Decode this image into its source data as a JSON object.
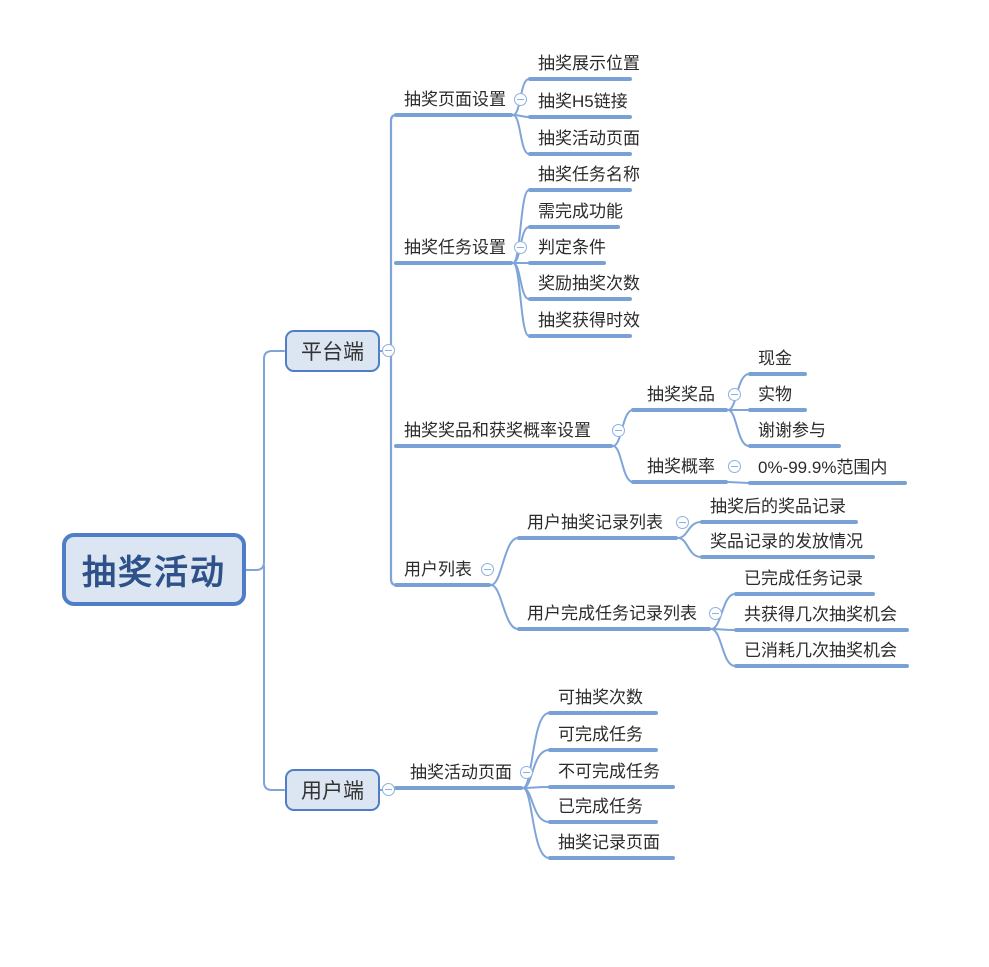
{
  "meta": {
    "diagram_type": "mind-map",
    "background": "#ffffff"
  },
  "colors": {
    "line": "#7fa5d8",
    "bar": "#7aa1d6",
    "box_border": "#4f7ec6",
    "box_fill": "#dce6f2",
    "root_text": "#2d5188",
    "node_text": "#2b2b2b",
    "collapse_icon": "#8fb0de"
  },
  "icons": {
    "collapse": "⊖"
  },
  "root": {
    "label": "抽奖活动"
  },
  "platform": {
    "label": "平台端",
    "page_settings": {
      "label": "抽奖页面设置",
      "children": [
        "抽奖展示位置",
        "抽奖H5链接",
        "抽奖活动页面"
      ]
    },
    "task_settings": {
      "label": "抽奖任务设置",
      "children": [
        "抽奖任务名称",
        "需完成功能",
        "判定条件",
        "奖励抽奖次数",
        "抽奖获得时效"
      ]
    },
    "prize_prob": {
      "label": "抽奖奖品和获奖概率设置",
      "prizes": {
        "label": "抽奖奖品",
        "children": [
          "现金",
          "实物",
          "谢谢参与"
        ]
      },
      "probability": {
        "label": "抽奖概率",
        "children": [
          "0%-99.9%范围内"
        ]
      }
    },
    "user_list": {
      "label": "用户列表",
      "lottery_records": {
        "label": "用户抽奖记录列表",
        "children": [
          "抽奖后的奖品记录",
          "奖品记录的发放情况"
        ]
      },
      "task_records": {
        "label": "用户完成任务记录列表",
        "children": [
          "已完成任务记录",
          "共获得几次抽奖机会",
          "已消耗几次抽奖机会"
        ]
      }
    }
  },
  "user": {
    "label": "用户端",
    "activity_page": {
      "label": "抽奖活动页面",
      "children": [
        "可抽奖次数",
        "可完成任务",
        "不可完成任务",
        "已完成任务",
        "抽奖记录页面"
      ]
    }
  }
}
